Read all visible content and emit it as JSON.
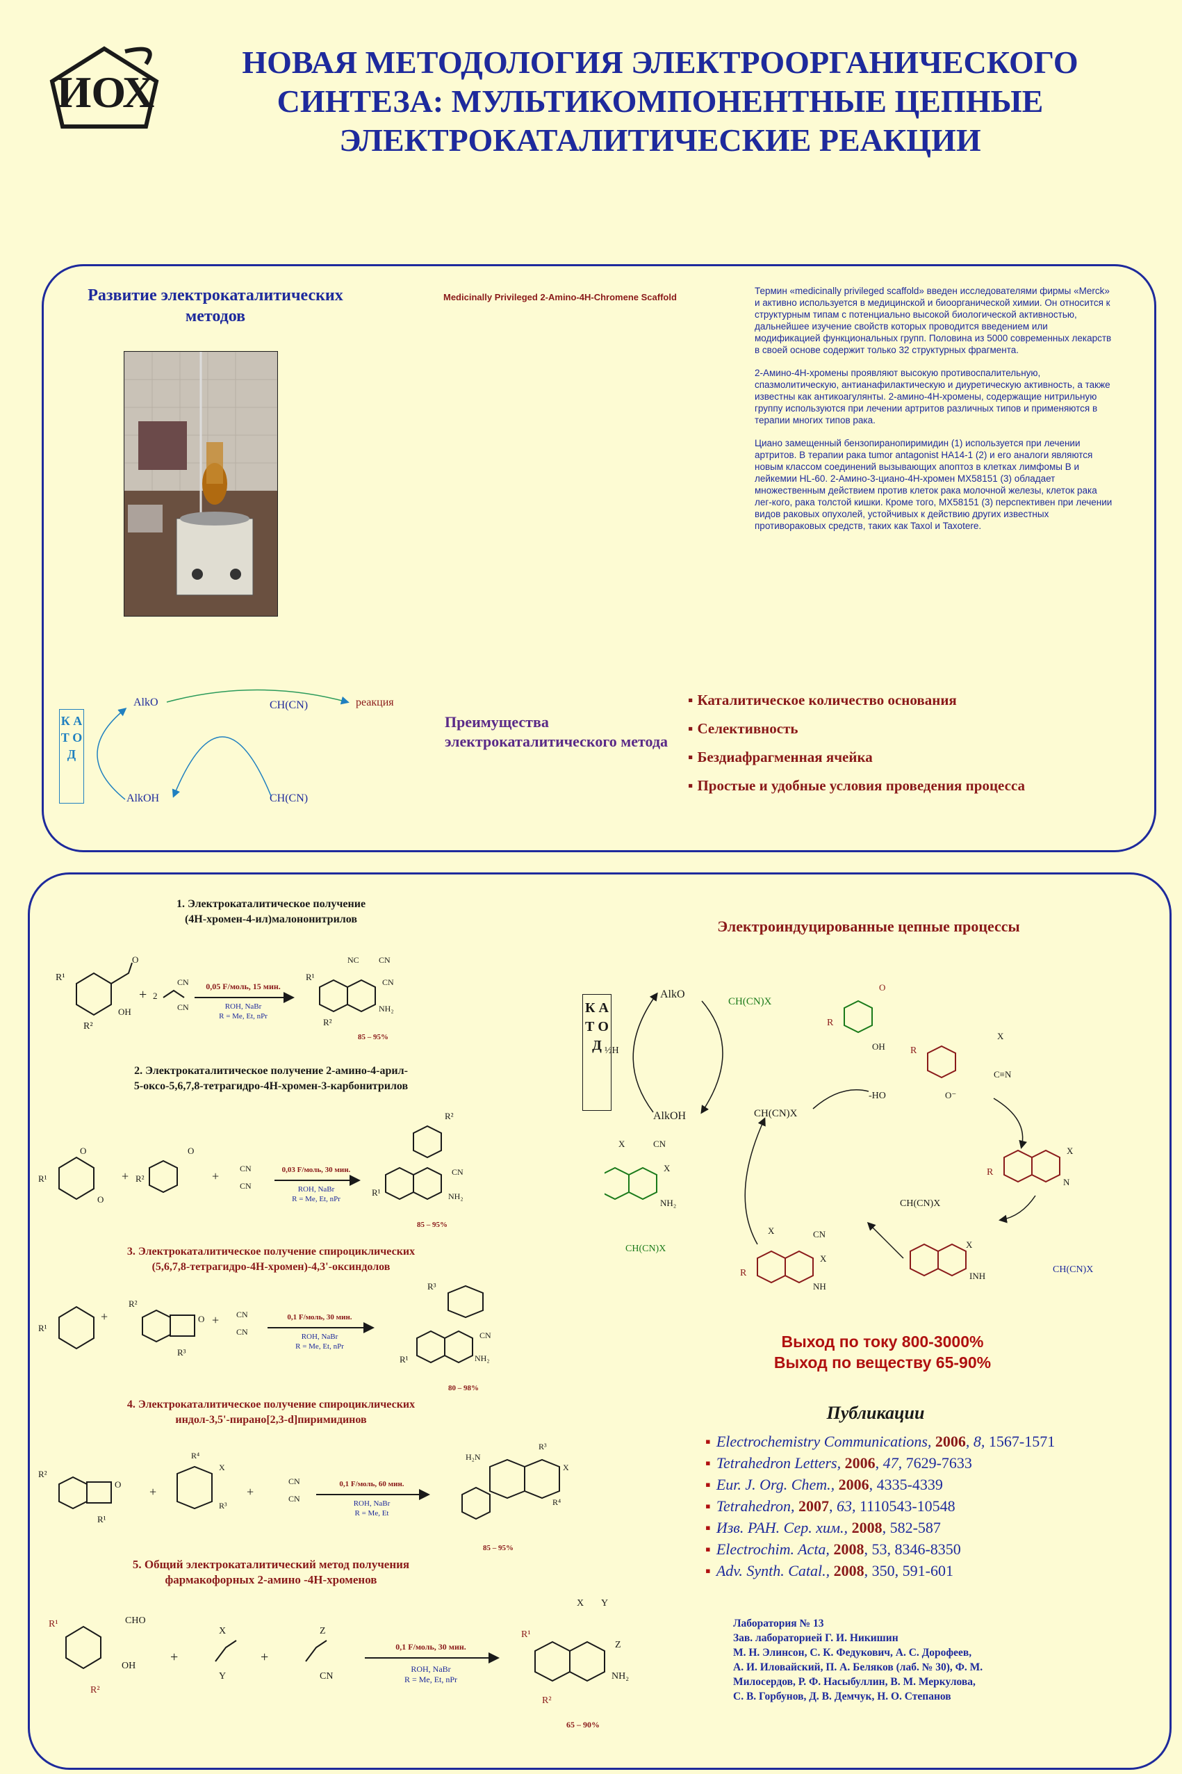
{
  "header": {
    "title_line1": "НОВАЯ МЕТОДОЛОГИЯ ЭЛЕКТРООРГАНИЧЕСКОГО",
    "title_line2": "СИНТЕЗА: МУЛЬТИКОМПОНЕНТНЫЕ ЦЕПНЫЕ",
    "title_line3": "ЭЛЕКТРОКАТАЛИТИЧЕСКИЕ РЕАКЦИИ",
    "logo_text": "ИОХ"
  },
  "top_panel": {
    "section_title": "Развитие электрокаталитических методов",
    "scaffold_title": "Medicinally Privileged 2-Amino-4H-Chromene Scaffold",
    "para1": "Термин «medicinally privileged scaffold» введен исследователями фирмы «Merck» и активно используется в медицинской и биоорганической химии. Он относится к структурным типам с потенциально высокой биологической активностью, дальнейшее изучение свойств которых проводится введением или модификацией функциональных групп. Половина из 5000 современных лекарств в своей основе содержит только 32 структурных фрагмента.",
    "para2": "2-Амино-4H-хромены проявляют высокую противоспалительную, спазмолитическую, антианафилактическую и диуретическую активность, а также известны как антикоагулянты. 2-амино-4H-хромены, содержащие нитрильную группу используются при лечении артритов различных типов и применяются в терапии многих типов рака.",
    "para3": "Циано замещенный бензопиранопиримидин (1) используется при лечении артритов. В терапии рака tumor antagonist HA14-1 (2) и его аналоги являются новым классом соединений вызывающих апоптоз в клетках лимфомы B и лейкемии HL-60. 2-Амино-3-циано-4H-хромен MX58151 (3) обладает множественным действием против клеток рака молочной железы, клеток рака лег-кого, рака толстой кишки. Кроме того, MX58151 (3) перспективен при лечении видов раковых опухолей, устойчивых к действию других известных противораковых средств, таких как Taxol и Taxotere.",
    "cycle": {
      "katod": "К А Т О Д",
      "alko": "AlkO",
      "ch_cn2": "CH(CN)",
      "reaction": "реакция",
      "alkoh": "AlkOH",
      "ch2_cn2": "CH(CN)"
    },
    "advantages_title": "Преимущества электрокаталитического метода",
    "advantages": [
      "Каталитическое количество основания",
      "Селективность",
      "Бездиафрагменная ячейка",
      "Простые и удобные условия проведения процесса"
    ]
  },
  "bottom_panel": {
    "reactions": [
      {
        "title1": "1. Электрокаталитическое получение",
        "title2": "(4H-хромен-4-ил)малононитрилов",
        "cond_top": "0,05 F/моль, 15 мин.",
        "cond_mid": "ROH, NaBr",
        "cond_bot": "R = Me, Et, nPr",
        "yield": "85 – 95%"
      },
      {
        "title1": "2. Электрокаталитическое получение 2-амино-4-арил-",
        "title2": "5-оксо-5,6,7,8-тетрагидро-4H-хромен-3-карбонитрилов",
        "cond_top": "0,03 F/моль, 30 мин.",
        "cond_mid": "ROH, NaBr",
        "cond_bot": "R = Me, Et, nPr",
        "yield": "85 – 95%"
      },
      {
        "title1": "3. Электрокаталитическое получение спироциклических",
        "title2": "(5,6,7,8-тетрагидро-4H-хромен)-4,3'-оксиндолов",
        "cond_top": "0,1 F/моль, 30 мин.",
        "cond_mid": "ROH, NaBr",
        "cond_bot": "R = Me, Et, nPr",
        "yield": "80 – 98%"
      },
      {
        "title1": "4. Электрокаталитическое получение спироциклических",
        "title2": "индол-3,5'-пирано[2,3-d]пиримидинов",
        "cond_top": "0,1 F/моль, 60 мин.",
        "cond_mid": "ROH, NaBr",
        "cond_bot": "R = Me, Et",
        "yield": "85 – 95%"
      },
      {
        "title1": "5. Общий электрокаталитический метод получения",
        "title2": "фармакофорных 2-амино -4H-хроменов",
        "cond_top": "0,1 F/моль, 30 мин.",
        "cond_mid": "ROH, NaBr",
        "cond_bot": "R = Me, Et, nPr",
        "yield": "65 – 90%"
      }
    ],
    "chain_title": "Электроиндуцированные цепные процессы",
    "chain": {
      "katod": "К А Т О Д",
      "alko": "AlkO",
      "alkoh": "AlkOH",
      "h2": "½H",
      "chcnx": "CH(CN)X",
      "chcnx2": "CH(CN)X",
      "ch2cnx": "CH(CN)X",
      "ch2cnx2": "CH(CN)X",
      "chcnx3": "CH(CN)X",
      "minus_h2o": "-HO"
    },
    "yield1": "Выход по току 800-3000%",
    "yield2": "Выход по веществу 65-90%",
    "pub_title": "Публикации",
    "publications": [
      {
        "journal": "Electrochemistry Communications,",
        "year": "2006",
        "vol": "8,",
        "pages": "1567-1571"
      },
      {
        "journal": "Tetrahedron Letters,",
        "year": "2006",
        "vol": "47,",
        "pages": "7629-7633"
      },
      {
        "journal": "Eur. J. Org. Chem.,",
        "year": "2006",
        "vol": "",
        "pages": "4335-4339"
      },
      {
        "journal": "Tetrahedron,",
        "year": "2007",
        "vol": "63,",
        "pages": "1110543-10548"
      },
      {
        "journal": "Изв. РАН. Сер. хим.,",
        "year": "2008",
        "vol": "",
        "pages": "582-587"
      },
      {
        "journal": "Electrochim. Acta,",
        "year": "2008",
        "vol": "53,",
        "pages": "8346-8350"
      },
      {
        "journal": "Adv. Synth. Catal.,",
        "year": "2008",
        "vol": "350,",
        "pages": "591-601"
      }
    ],
    "lab_lines": [
      "Лаборатория № 13",
      "Зав. лабораторией Г. И. Никишин",
      "М. Н. Элинсон, С. К. Федукович, А. С. Дорофеев,",
      "А. И. Иловайский, П. А. Беляков (лаб. № 30), Ф. М.",
      "Милосердов, Р. Ф. Насыбуллин, В. М. Меркулова,",
      "С. В. Горбунов, Д. В. Демчук, Н. О. Степанов"
    ]
  },
  "colors": {
    "navy": "#1e2a9c",
    "dark_red": "#8a1a1a",
    "bg": "#fdfbd3",
    "red": "#b01010",
    "green": "#1a7a1a"
  }
}
